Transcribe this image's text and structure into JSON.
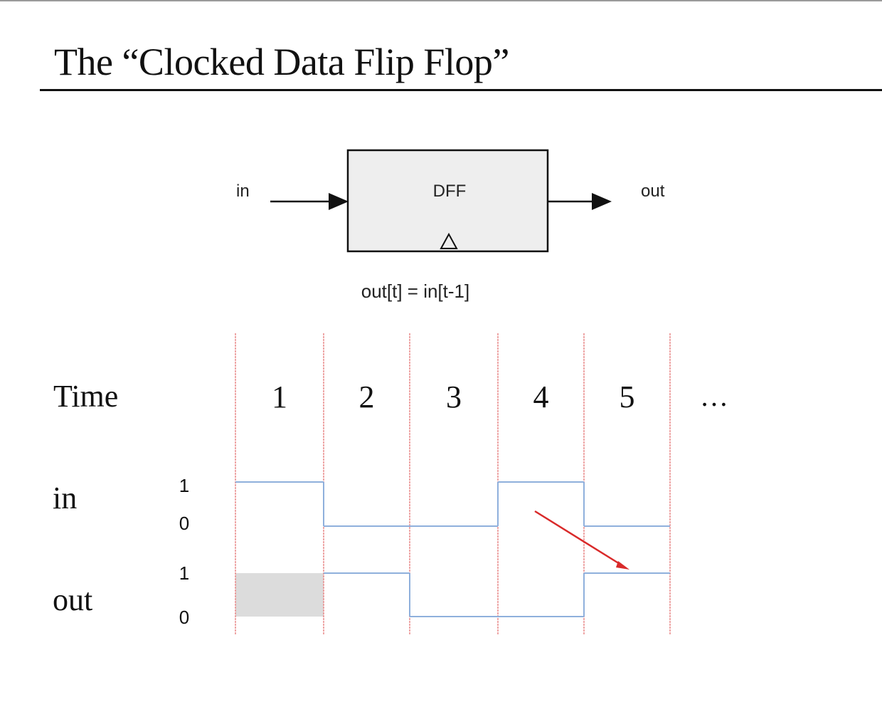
{
  "slide": {
    "title": "The “Clocked Data Flip Flop”"
  },
  "block": {
    "input_label": "in",
    "box_label": "DFF",
    "output_label": "out",
    "clock_symbol": "△",
    "equation": "out[t] = in[t-1]"
  },
  "timing": {
    "time_label": "Time",
    "time_steps": [
      "1",
      "2",
      "3",
      "4",
      "5"
    ],
    "ellipsis": "…",
    "signals": [
      {
        "name": "in",
        "level_labels": {
          "high": "1",
          "low": "0"
        },
        "values": [
          1,
          0,
          0,
          1,
          0
        ]
      },
      {
        "name": "out",
        "level_labels": {
          "high": "1",
          "low": "0"
        },
        "values": [
          null,
          1,
          0,
          0,
          1
        ]
      }
    ],
    "colors": {
      "waveform": "#8fb0dc",
      "gridline": "#e88a8a",
      "unknown_fill": "#dcdcdc",
      "arrow": "#d92a2a"
    }
  }
}
